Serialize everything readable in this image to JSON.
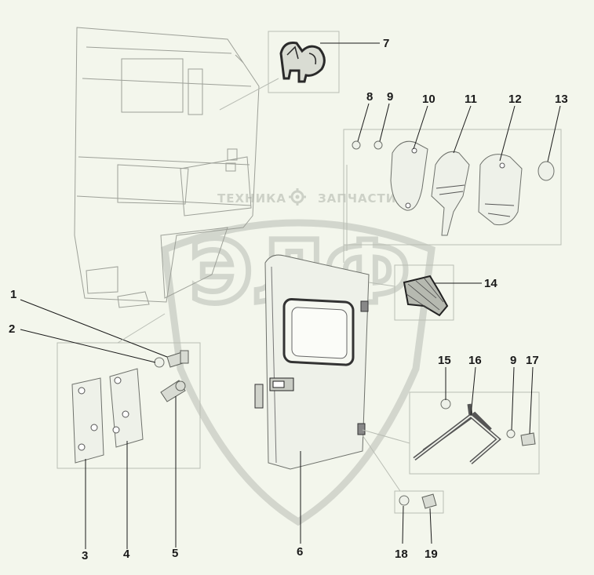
{
  "watermark": {
    "left_text": "ТЕХНИКА",
    "right_text": "ЗАПЧАСТИ",
    "logo_text": "ЭЛФ",
    "gear_icon": "gear-icon"
  },
  "colors": {
    "background": "#f3f6ec",
    "ink": "#1a1a1a",
    "watermark": "#c9cec4",
    "seal": "#2a2a2a"
  },
  "callouts": [
    {
      "id": "1",
      "label": "1"
    },
    {
      "id": "2",
      "label": "2"
    },
    {
      "id": "3",
      "label": "3"
    },
    {
      "id": "4",
      "label": "4"
    },
    {
      "id": "5",
      "label": "5"
    },
    {
      "id": "6",
      "label": "6"
    },
    {
      "id": "7",
      "label": "7"
    },
    {
      "id": "8",
      "label": "8"
    },
    {
      "id": "9a",
      "label": "9"
    },
    {
      "id": "10",
      "label": "10"
    },
    {
      "id": "11",
      "label": "11"
    },
    {
      "id": "12",
      "label": "12"
    },
    {
      "id": "13",
      "label": "13"
    },
    {
      "id": "14",
      "label": "14"
    },
    {
      "id": "15",
      "label": "15"
    },
    {
      "id": "16",
      "label": "16"
    },
    {
      "id": "9b",
      "label": "9"
    },
    {
      "id": "17",
      "label": "17"
    },
    {
      "id": "18",
      "label": "18"
    },
    {
      "id": "19",
      "label": "19"
    }
  ]
}
